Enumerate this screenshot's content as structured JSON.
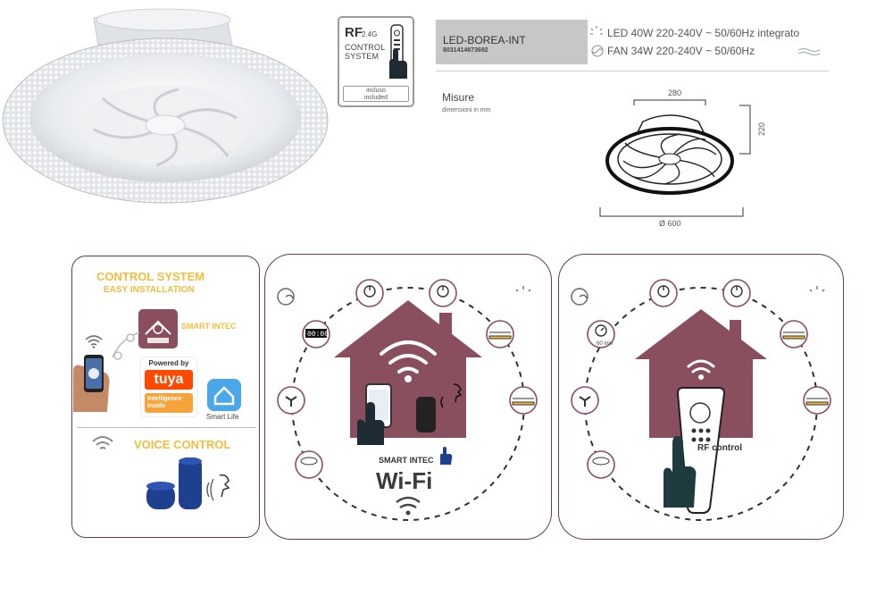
{
  "rf_badge": {
    "rf": "RF",
    "freq": "2.4G",
    "line1": "CONTROL",
    "line2": "SYSTEM",
    "included_it": "incluso",
    "included_en": "included"
  },
  "model": {
    "name": "LED-BOREA-INT",
    "ean": "8031414873692"
  },
  "specs": {
    "led": "LED 40W 220-240V ~ 50/60Hz integrato",
    "fan": "FAN 34W 220-240V ~ 50/60Hz"
  },
  "dimensions": {
    "title": "Misure",
    "subtitle": "dimensioni in mm",
    "width": "280",
    "height": "220",
    "diameter": "Ø 600"
  },
  "control_panel": {
    "title": "CONTROL SYSTEM",
    "subtitle": "EASY INSTALLATION",
    "smart_intec": "SMART INTEC",
    "powered_by": "Powered by",
    "tuya": "tuya",
    "tuya_sub1": "Intelligence",
    "tuya_sub2": "Inside",
    "smart_life": "Smart Life",
    "voice_control": "VOICE CONTROL"
  },
  "wifi_panel": {
    "brand": "SMART INTEC",
    "label": "Wi-Fi",
    "timer_display": "00:00"
  },
  "rf_panel": {
    "label": "RF control",
    "timer": "60 min"
  },
  "colors": {
    "house": "#8a4f5f",
    "frame": "#6e3a48",
    "accent_gold": "#f2bd3c",
    "tuya_orange": "#ff4800",
    "smartlife_blue": "#4aa7ea",
    "speaker_blue": "#1f3f8f"
  }
}
